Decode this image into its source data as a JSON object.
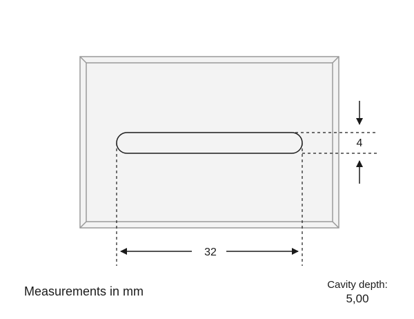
{
  "dimensions": {
    "length": "32",
    "width": "4"
  },
  "notes": {
    "units": "Measurements in mm",
    "cavity_depth_label": "Cavity depth:",
    "cavity_depth_value": "5,00"
  },
  "colors": {
    "plate_fill": "#f3f3f3",
    "plate_edge": "#999999",
    "line": "#1a1a1a"
  }
}
